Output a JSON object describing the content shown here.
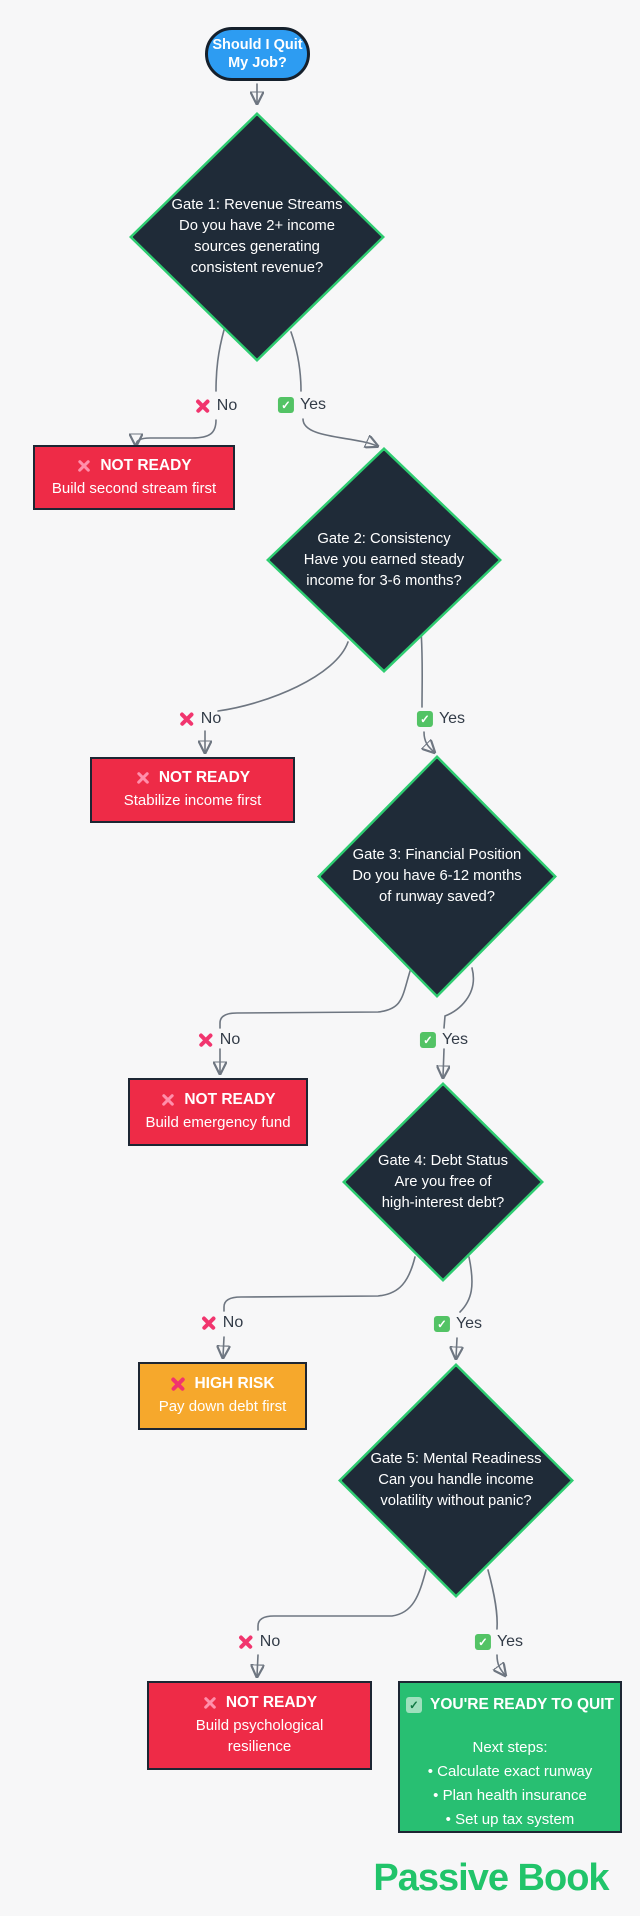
{
  "colors": {
    "background": "#f7f7f8",
    "start_fill": "#2d9cf2",
    "gate_fill": "#1f2b38",
    "gate_border": "#2ecc71",
    "not_ready_fill": "#ee2b47",
    "high_risk_fill": "#f6a82c",
    "success_fill": "#28bf72",
    "node_border": "#1d2633",
    "edge": "#6e7681",
    "no_color": "#f1356e",
    "yes_color": "#53c365",
    "brand_green": "#21c46a"
  },
  "start": {
    "label": "Should I Quit\nMy Job?"
  },
  "branch": {
    "no": "No",
    "yes": "Yes"
  },
  "gates": [
    {
      "text": "Gate 1: Revenue Streams\nDo you have 2+ income\nsources generating\nconsistent revenue?"
    },
    {
      "text": "Gate 2: Consistency\nHave you earned steady\nincome for 3-6 months?"
    },
    {
      "text": "Gate 3: Financial Position\nDo you have 6-12 months\nof runway saved?"
    },
    {
      "text": "Gate 4: Debt Status\nAre you free of\nhigh-interest debt?"
    },
    {
      "text": "Gate 5: Mental Readiness\nCan you handle income\nvolatility without panic?"
    }
  ],
  "outcomes": [
    {
      "title": "NOT READY",
      "subtitle": "Build second stream first"
    },
    {
      "title": "NOT READY",
      "subtitle": "Stabilize income first"
    },
    {
      "title": "NOT READY",
      "subtitle": "Build emergency fund"
    },
    {
      "title": "HIGH RISK",
      "subtitle": "Pay down debt first"
    },
    {
      "title": "NOT READY",
      "subtitle": "Build psychological\nresilience"
    }
  ],
  "success": {
    "title": "YOU'RE READY TO QUIT",
    "steps_heading": "Next steps:",
    "steps": [
      "• Calculate exact runway",
      "• Plan health insurance",
      "• Set up tax system"
    ]
  },
  "footer": {
    "brand": "Passive Book"
  }
}
